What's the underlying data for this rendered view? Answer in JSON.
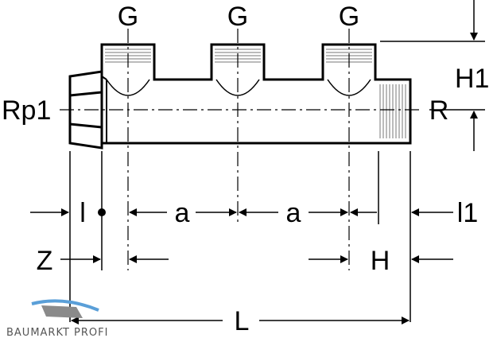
{
  "labels": {
    "outlet_1": "G",
    "outlet_2": "G",
    "outlet_3": "G",
    "inlet_thread": "Rp1",
    "outlet_thread": "R",
    "height_1": "H1",
    "dim_l": "l",
    "dim_a_1": "a",
    "dim_a_2": "a",
    "dim_l1": "l1",
    "dim_z": "Z",
    "dim_h": "H",
    "dim_total_length": "L"
  },
  "watermark": {
    "text": "BAUMARKT PROFI"
  },
  "colors": {
    "ink": "#000000",
    "hatch": "#777777",
    "watermark_blue": "#5a9fd8",
    "watermark_grey": "#8a8a8a"
  }
}
